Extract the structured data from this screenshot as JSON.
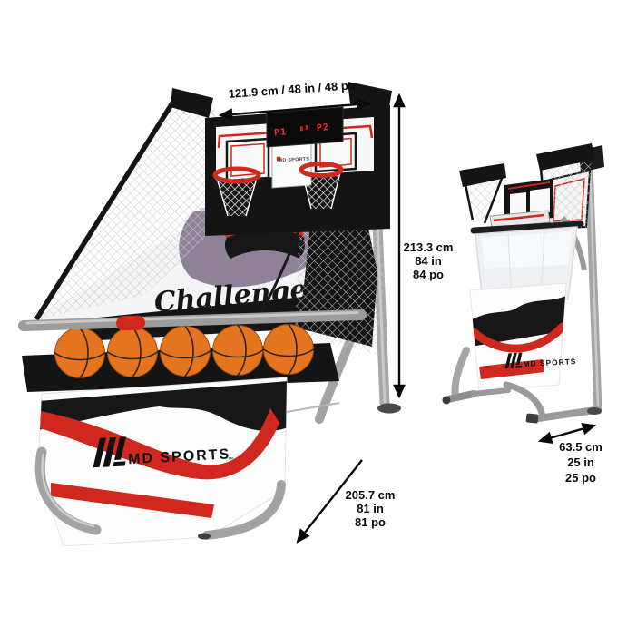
{
  "branding": {
    "logo_text": "MD SPORTS",
    "logo_trademark": "™",
    "surface_script": "Challenge"
  },
  "scoreboard": {
    "left_label": "P1",
    "right_label": "P2"
  },
  "equipment": {
    "basketball_count": 5
  },
  "dimensions": {
    "width": {
      "label": "121.9 cm / 48 in / 48 po"
    },
    "height": {
      "lines": [
        "213.3 cm",
        "84 in",
        "84 po"
      ]
    },
    "depth": {
      "lines": [
        "205.7 cm",
        "81 in",
        "81 po"
      ]
    },
    "folded_depth": {
      "lines": [
        "63.5 cm",
        "25 in",
        "25 po"
      ]
    }
  },
  "colors": {
    "accent_red": "#d0281e",
    "led_red": "#ff2d23",
    "basketball_orange": "#e5741e",
    "frame_gray": "#a3a3a3",
    "graphic_purple": "#8f8198",
    "fabric_black": "#161616",
    "annotation_black": "#0a0a0a",
    "background": "#ffffff"
  }
}
